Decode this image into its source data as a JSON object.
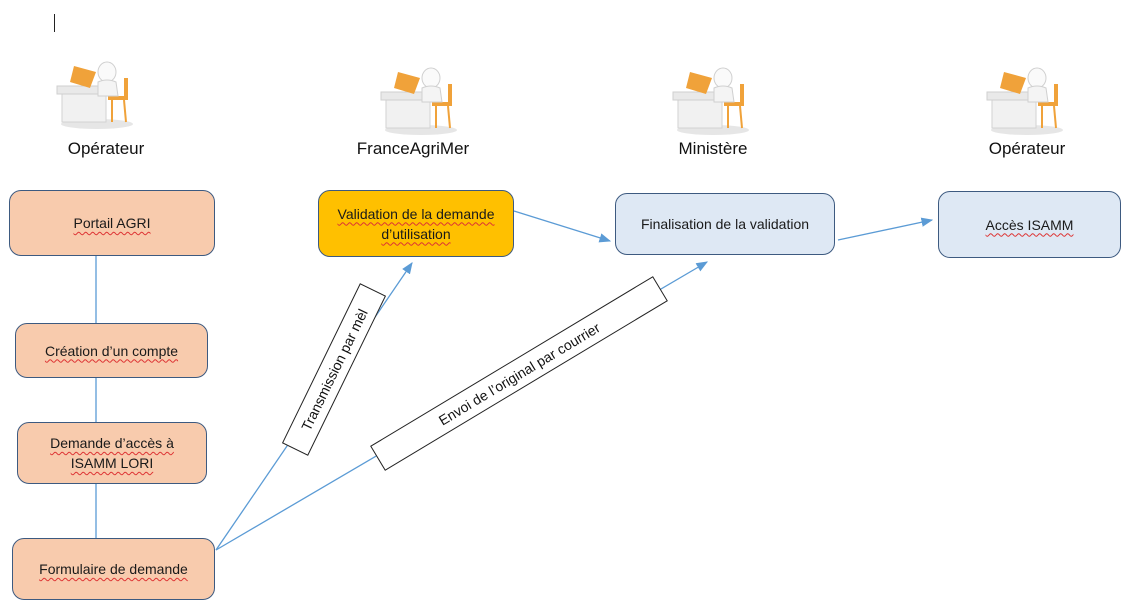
{
  "actors": [
    {
      "label": "Opérateur",
      "icon": "person-at-desk-icon"
    },
    {
      "label": "FranceAgriMer",
      "icon": "person-at-desk-icon"
    },
    {
      "label": "Ministère",
      "icon": "person-at-desk-icon"
    },
    {
      "label": "Opérateur",
      "icon": "person-at-desk-icon"
    }
  ],
  "steps": {
    "portail": "Portail AGRI",
    "creation": "Création d’un compte",
    "demande_acces": "Demande d’accès à ISAMM LORI",
    "formulaire": "Formulaire de demande",
    "validation_fam": "Validation de la demande d’utilisation",
    "finalisation": "Finalisation de la validation",
    "acces": "Accès ISAMM"
  },
  "edge_labels": {
    "mel": "Transmission par mèl",
    "courrier": "Envoi de l’original par courrier"
  },
  "colors": {
    "orange_fill": "#f8cbad",
    "yellow_fill": "#ffc000",
    "blue_fill": "#dee8f4",
    "box_border": "#3d5a80",
    "connector": "#5b9bd5"
  }
}
